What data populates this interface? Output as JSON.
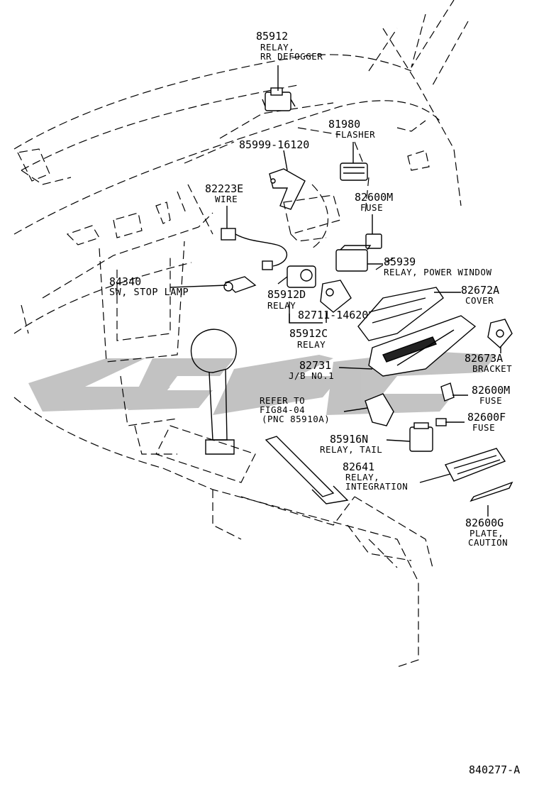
{
  "callouts": {
    "relay_rr_defogger": {
      "part_no": "85912",
      "name_line1": "RELAY,",
      "name_line2": "RR DEFOGGER"
    },
    "flasher": {
      "part_no": "81980",
      "name": "FLASHER"
    },
    "bracket_bolt": {
      "part_no": "85999-16120"
    },
    "wire": {
      "part_no": "82223E",
      "name": "WIRE"
    },
    "fuse_top": {
      "part_no": "82600M",
      "name": "FUSE"
    },
    "relay_power_window": {
      "part_no": "85939",
      "name": "RELAY, POWER WINDOW"
    },
    "stop_lamp_sw": {
      "part_no": "84340",
      "name": "SW, STOP LAMP"
    },
    "relay_d": {
      "part_no": "85912D",
      "name": "RELAY"
    },
    "relay_holder": {
      "part_no": "82711-14620"
    },
    "relay_c": {
      "part_no": "85912C",
      "name": "RELAY"
    },
    "cover": {
      "part_no": "82672A",
      "name": "COVER"
    },
    "bracket": {
      "part_no": "82673A",
      "name": "BRACKET"
    },
    "junction_block": {
      "part_no": "82731",
      "name": "J/B NO.1"
    },
    "refer": {
      "line1": "REFER TO",
      "line2": "FIG84-04",
      "line3": "(PNC 85910A)"
    },
    "fuse_mid": {
      "part_no": "82600M",
      "name": "FUSE"
    },
    "fuse_f": {
      "part_no": "82600F",
      "name": "FUSE"
    },
    "relay_tail": {
      "part_no": "85916N",
      "name": "RELAY, TAIL"
    },
    "relay_integration": {
      "part_no": "82641",
      "name_line1": "RELAY,",
      "name_line2": "INTEGRATION"
    },
    "plate_caution": {
      "part_no": "82600G",
      "name_line1": "PLATE,",
      "name_line2": "CAUTION"
    }
  },
  "figure_code": "840277-A",
  "colors": {
    "ink": "#000000",
    "background": "#ffffff",
    "watermark": "#b5b5b5"
  }
}
